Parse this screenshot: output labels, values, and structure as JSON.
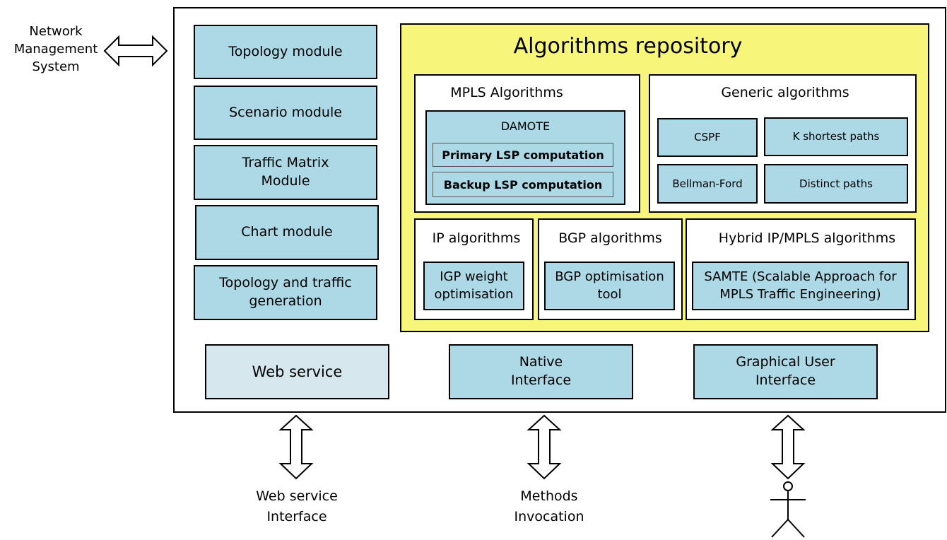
{
  "external": {
    "network_management": "Network\nManagement\nSystem",
    "web_service_interface": "Web service\nInterface",
    "methods_invocation": "Methods\nInvocation"
  },
  "modules": {
    "topology": "Topology module",
    "scenario": "Scenario module",
    "traffic_matrix": "Traffic Matrix\nModule",
    "chart": "Chart module",
    "generation": "Topology and traffic\ngeneration"
  },
  "repository": {
    "title": "Algorithms repository",
    "mpls": {
      "title": "MPLS Algorithms",
      "damote": "DAMOTE",
      "primary": "Primary LSP computation",
      "backup": "Backup LSP computation"
    },
    "generic": {
      "title": "Generic algorithms",
      "cspf": "CSPF",
      "kshortest": "K shortest paths",
      "bellman": "Bellman-Ford",
      "distinct": "Distinct paths"
    },
    "ip": {
      "title": "IP algorithms",
      "igp": "IGP weight\noptimisation"
    },
    "bgp": {
      "title": "BGP algorithms",
      "tool": "BGP optimisation\ntool"
    },
    "hybrid": {
      "title": "Hybrid IP/MPLS algorithms",
      "samte": "SAMTE (Scalable Approach for\nMPLS Traffic Engineering)"
    }
  },
  "interfaces": {
    "web_service": "Web service",
    "native": "Native\nInterface",
    "gui": "Graphical User\nInterface"
  },
  "colors": {
    "module_fill": "#add8e6",
    "web_service_fill": "#d6e8ee",
    "repository_fill": "#f7f57a"
  }
}
